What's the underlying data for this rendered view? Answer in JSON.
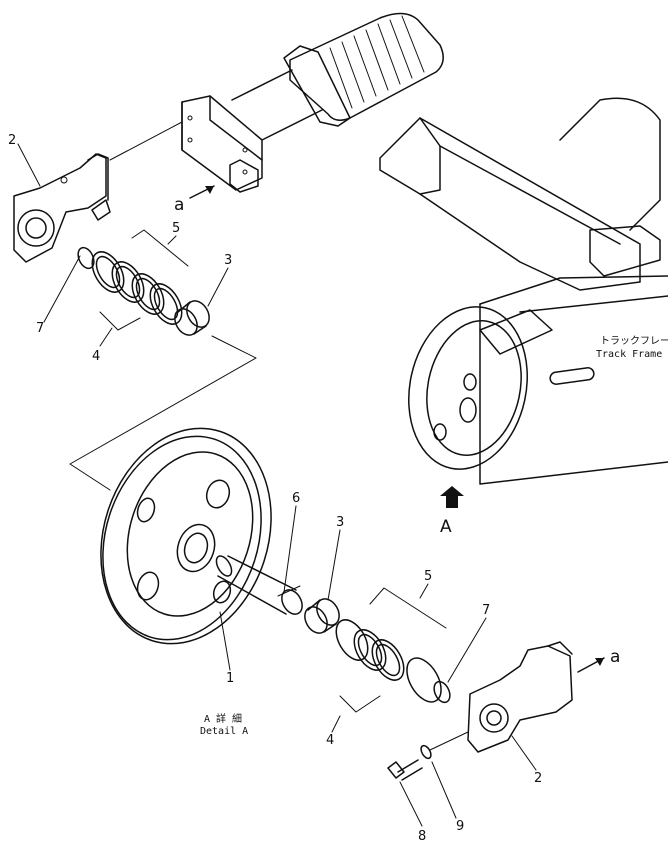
{
  "callouts": {
    "p1": "1",
    "p2_top": "2",
    "p2_bottom": "2",
    "p3_top": "3",
    "p3_bottom": "3",
    "p4_top": "4",
    "p4_bottom": "4",
    "p5_top": "5",
    "p5_bottom": "5",
    "p6": "6",
    "p7_top": "7",
    "p7_bottom": "7",
    "p8": "8",
    "p9": "9"
  },
  "arrows": {
    "a_top": "a",
    "a_right": "a",
    "view_a": "A"
  },
  "track_frame": {
    "jp": "トラックフレーム",
    "en": "Track  Frame"
  },
  "detail": {
    "jp": "A  詳  細",
    "en": "Detail  A"
  }
}
